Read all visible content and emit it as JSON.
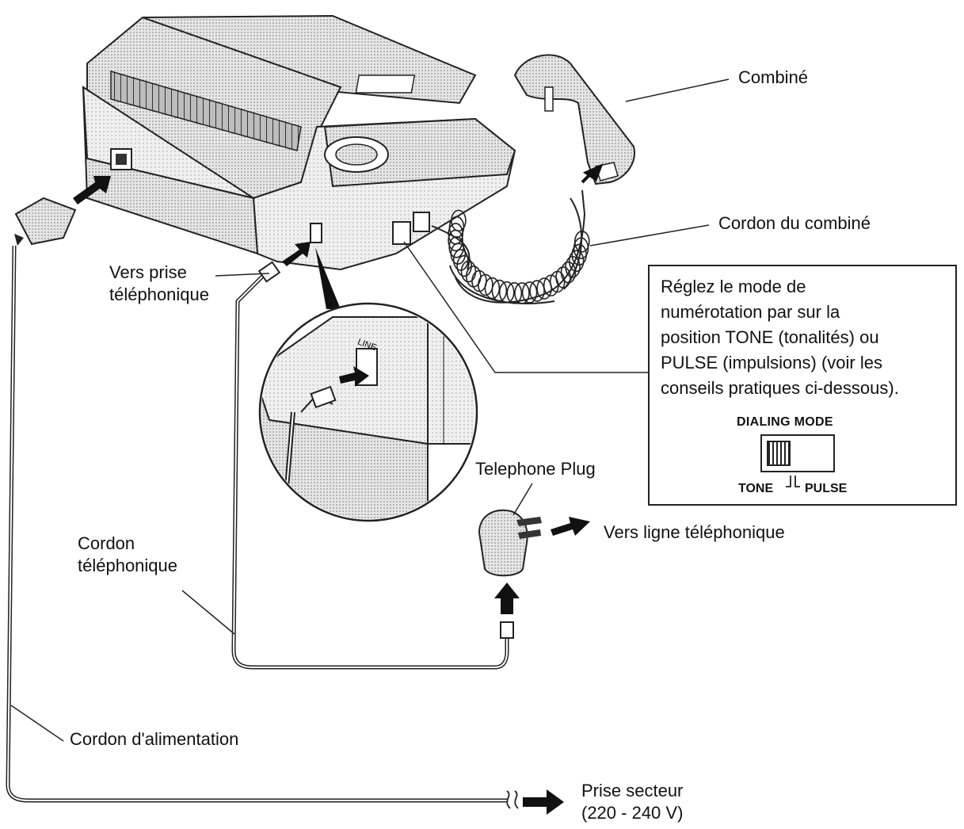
{
  "labels": {
    "handset": "Combiné",
    "handset_cord": "Cordon du combiné",
    "to_phone_jack_line1": "Vers prise",
    "to_phone_jack_line2": "téléphonique",
    "jack_line": "LINE",
    "telephone_plug": "Telephone Plug",
    "to_phone_line": "Vers ligne téléphonique",
    "phone_cord_line1": "Cordon",
    "phone_cord_line2": "téléphonique",
    "power_cord": "Cordon d'alimentation",
    "mains_outlet_line1": "Prise secteur",
    "mains_outlet_line2": "(220 - 240 V)"
  },
  "note": {
    "lines": [
      "Réglez le mode de",
      "numérotation par sur la",
      "position TONE (tonalités) ou",
      "PULSE (impulsions) (voir les",
      "conseils pratiques ci-dessous)."
    ],
    "dialing_mode_title": "DIALING MODE",
    "tone_label": "TONE",
    "pulse_label": "PULSE"
  }
}
